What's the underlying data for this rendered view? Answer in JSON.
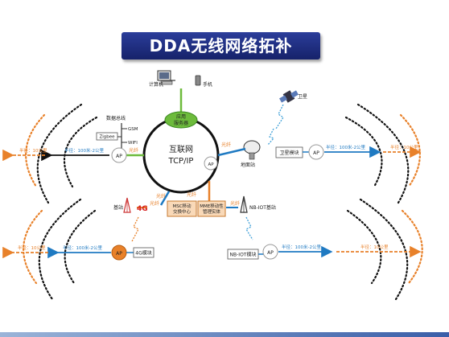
{
  "title": "DDA无线网络拓补",
  "core": {
    "line1": "互联网",
    "line2": "TCP/IP",
    "app_server_line1": "应用",
    "app_server_line2": "服务器"
  },
  "terminals": {
    "computer": "计算机",
    "phone": "手机"
  },
  "satellite": "卫星",
  "ground_station": "地面站",
  "left_bus": {
    "title": "数据总线",
    "items": [
      "GSM",
      "Zigbee",
      "WIFI"
    ]
  },
  "ap": "AP",
  "fiber": "光纤",
  "range_short": "100米-2公里",
  "range_long": "10公里",
  "radius_label": "半径",
  "modules": {
    "satellite": "卫星模块",
    "g4": "4G模块",
    "nbiot": "NB-IOT模块"
  },
  "base_station": "基站",
  "nbiot_base_station": "NB-IOT基站",
  "g4_logo": "4G",
  "msc": {
    "line1": "MSC移动",
    "line2": "交换中心"
  },
  "mme": {
    "line1": "MME移动性",
    "line2": "管理实体"
  },
  "colors": {
    "orange": "#e8812a",
    "blue": "#1f7ac2",
    "green": "#6dbb3c",
    "title_bg": "#1c2b7d"
  }
}
